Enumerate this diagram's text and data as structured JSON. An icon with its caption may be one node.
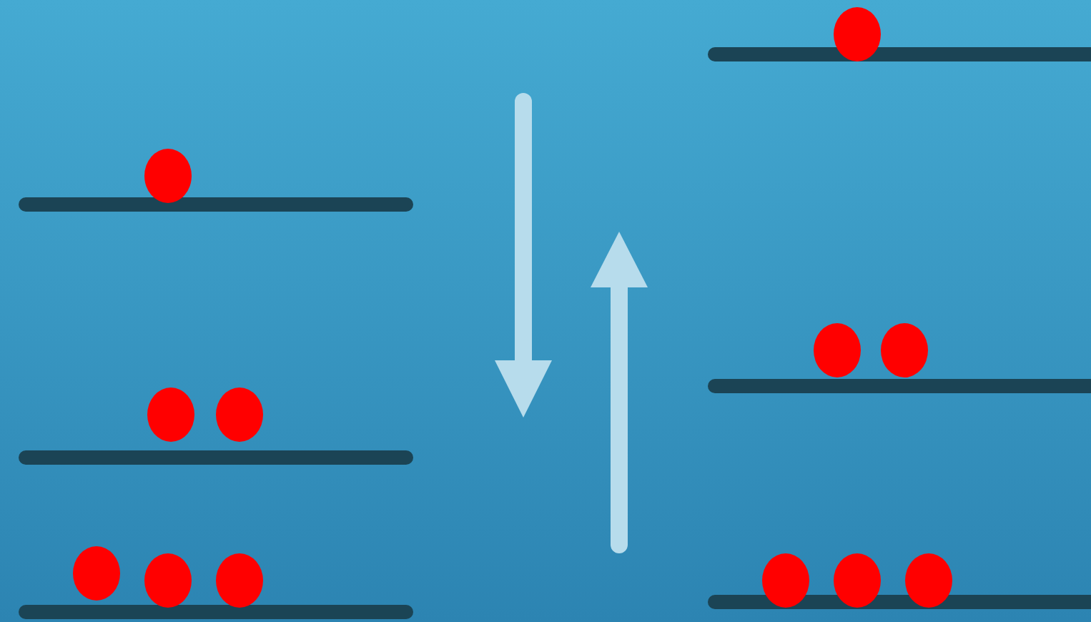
{
  "diagram": {
    "nodes": [
      {
        "text": [],
        "shape": "bar"
      },
      {
        "text": [],
        "shape": "circle"
      },
      {
        "text": [],
        "shape": "bar"
      },
      {
        "text": [],
        "shape": "circle"
      },
      {
        "text": [],
        "shape": "bar"
      },
      {
        "text": [],
        "shape": "circle"
      },
      {
        "text": [],
        "shape": "circle"
      },
      {
        "text": [],
        "shape": "bar"
      },
      {
        "text": [],
        "shape": "circle"
      },
      {
        "text": [],
        "shape": "circle"
      },
      {
        "text": [],
        "shape": "bar"
      },
      {
        "text": [],
        "shape": "circle"
      },
      {
        "text": [],
        "shape": "circle"
      },
      {
        "text": [],
        "shape": "circle"
      },
      {
        "text": [],
        "shape": "bar"
      },
      {
        "text": [],
        "shape": "circle"
      },
      {
        "text": [],
        "shape": "circle"
      },
      {
        "text": [],
        "shape": "circle"
      }
    ]
  }
}
